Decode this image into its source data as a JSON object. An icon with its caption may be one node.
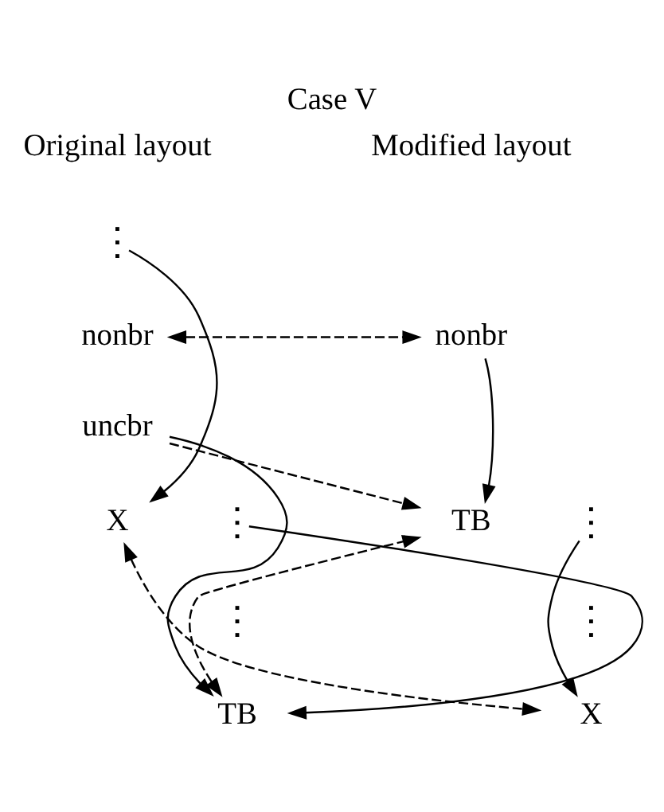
{
  "diagram": {
    "title": "Case V",
    "nodes": [
      {
        "text": [],
        "shape": "dots"
      },
      {
        "text": [
          "nonbr"
        ]
      },
      {
        "text": [
          "uncbr"
        ]
      },
      {
        "text": [
          "X"
        ]
      },
      {
        "text": [],
        "shape": "dots"
      },
      {
        "text": [],
        "shape": "dots"
      },
      {
        "text": [
          "TB"
        ]
      },
      {
        "text": [
          "nonbr"
        ]
      },
      {
        "text": [
          "TB"
        ]
      },
      {
        "text": [],
        "shape": "dots"
      },
      {
        "text": [],
        "shape": "dots"
      },
      {
        "text": [
          "X"
        ]
      }
    ],
    "edges": [
      {
        "from": 0,
        "to": 3,
        "arrow": "to"
      },
      {
        "from": 1,
        "to": 7,
        "arrow": "both",
        "style": "dashed"
      },
      {
        "from": 2,
        "to": 8,
        "arrow": "to",
        "style": "dashed"
      },
      {
        "from": 2,
        "to": 6,
        "arrow": "to"
      },
      {
        "from": 6,
        "to": 8,
        "arrow": "both",
        "style": "dashed"
      },
      {
        "from": 3,
        "to": 11,
        "arrow": "both",
        "style": "dashed"
      },
      {
        "from": 4,
        "to": 6,
        "arrow": "to"
      },
      {
        "from": 7,
        "to": 8,
        "arrow": "to"
      },
      {
        "from": 9,
        "to": 11,
        "arrow": "to"
      }
    ],
    "labels": [
      "Original layout",
      "Modified layout"
    ]
  }
}
